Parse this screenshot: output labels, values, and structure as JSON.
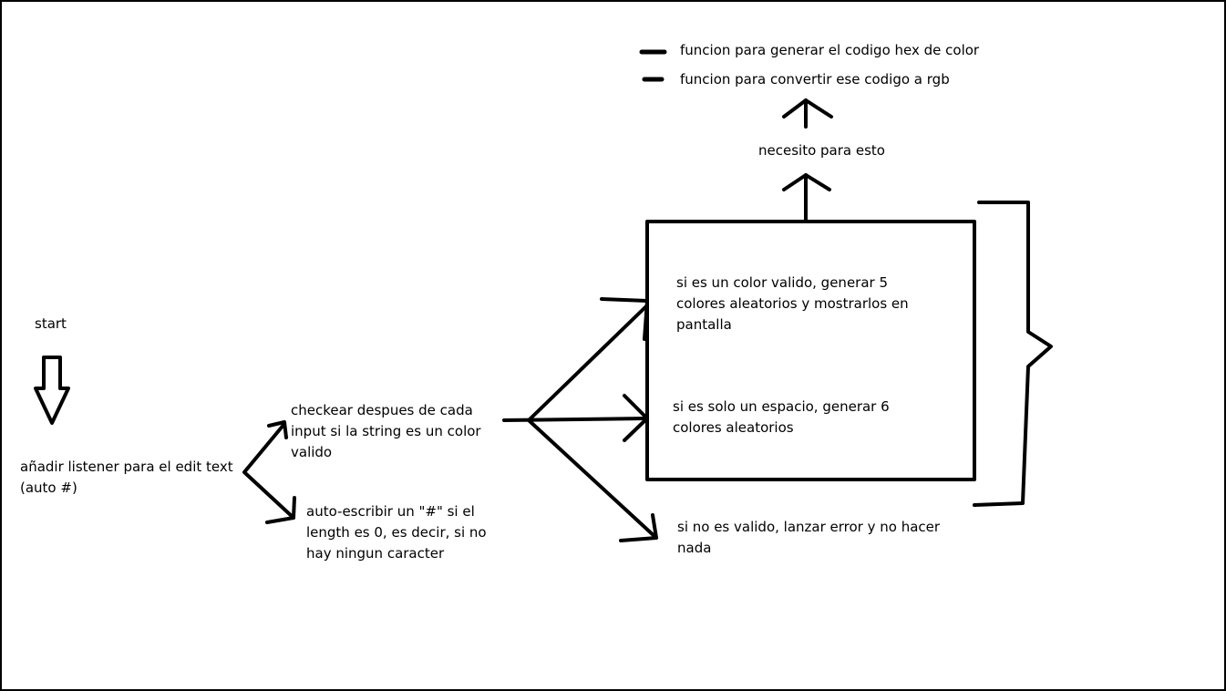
{
  "diagram": {
    "start": "start",
    "add_listener": "añadir listener para el edit text\n(auto #)",
    "check_after_input": "checkear despues de cada\ninput si la string es un color\nvalido",
    "auto_write_hash": "auto-escribir un \"#\" si el\nlength es 0, es decir, si no\nhay ningun caracter",
    "valid_color": "si es un color valido, generar 5\ncolores aleatorios y mostrarlos en\npantalla",
    "only_space": "si es solo un espacio, generar 6\ncolores aleatorios",
    "not_valid": "si no es valido, lanzar error y no hacer\nnada",
    "need_for_this": "necesito para esto",
    "functions": [
      "funcion para generar el codigo hex de color",
      "funcion para convertir ese codigo a rgb"
    ]
  },
  "colors": {
    "ink": "#000000",
    "background": "#ffffff"
  }
}
